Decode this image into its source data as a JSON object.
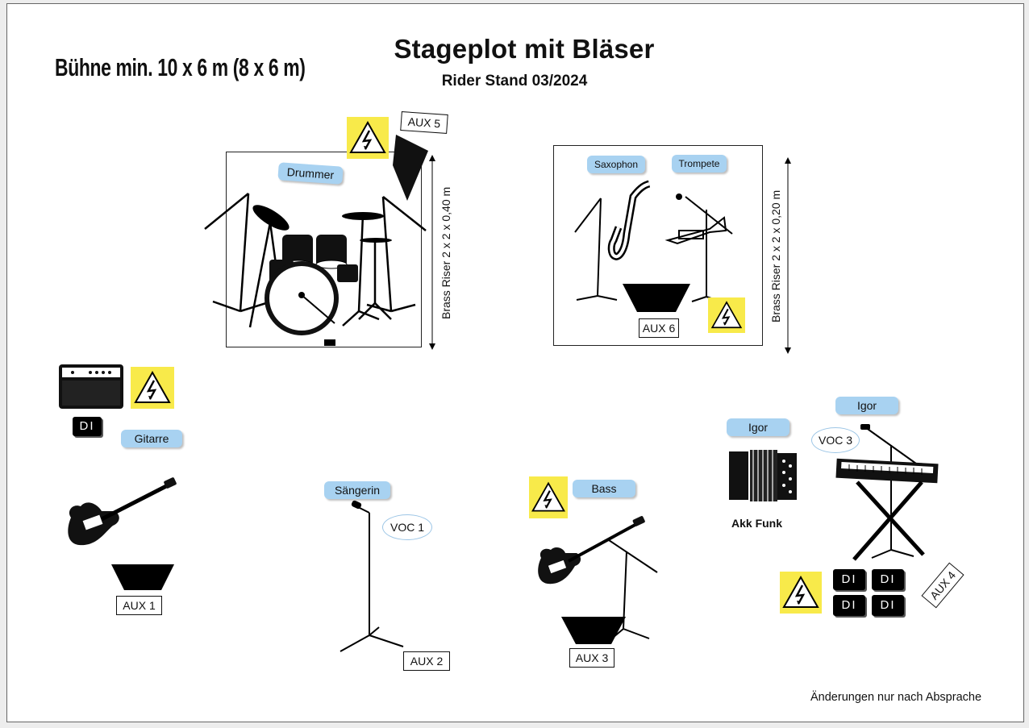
{
  "header": {
    "title": "Stageplot mit Bläser",
    "subtitle": "Rider Stand 03/2024",
    "stage_size": "Bühne min. 10 x 6 m (8 x 6 m)"
  },
  "footer": {
    "note": "Änderungen nur nach Absprache"
  },
  "drum_area": {
    "label": "Drummer",
    "riser": "Brass Riser 2 x 2 x 0,40 m",
    "aux": "AUX 5"
  },
  "brass_area": {
    "label_sax": "Saxophon",
    "label_trumpet": "Trompete",
    "riser": "Brass Riser 2 x 2 x 0,20 m",
    "aux": "AUX 6"
  },
  "guitar": {
    "label": "Gitarre",
    "di": "DI",
    "aux": "AUX 1"
  },
  "singer": {
    "label": "Sängerin",
    "voc": "VOC 1",
    "aux": "AUX 2"
  },
  "bass": {
    "label": "Bass",
    "aux": "AUX 3"
  },
  "accordion": {
    "label": "Igor",
    "caption": "Akk Funk"
  },
  "keys": {
    "label": "Igor",
    "voc": "VOC 3",
    "di": [
      "DI",
      "DI",
      "DI",
      "DI"
    ],
    "aux": "AUX 4"
  },
  "icons": {
    "warning": "high-voltage-warning-icon",
    "wedge": "monitor-wedge-icon",
    "amp": "guitar-amp-icon",
    "drums": "drum-kit-icon"
  },
  "colors": {
    "label_bg": "#a8d2f1",
    "warning_bg": "#f8ea4a",
    "voc_border": "#9dc6e6"
  }
}
